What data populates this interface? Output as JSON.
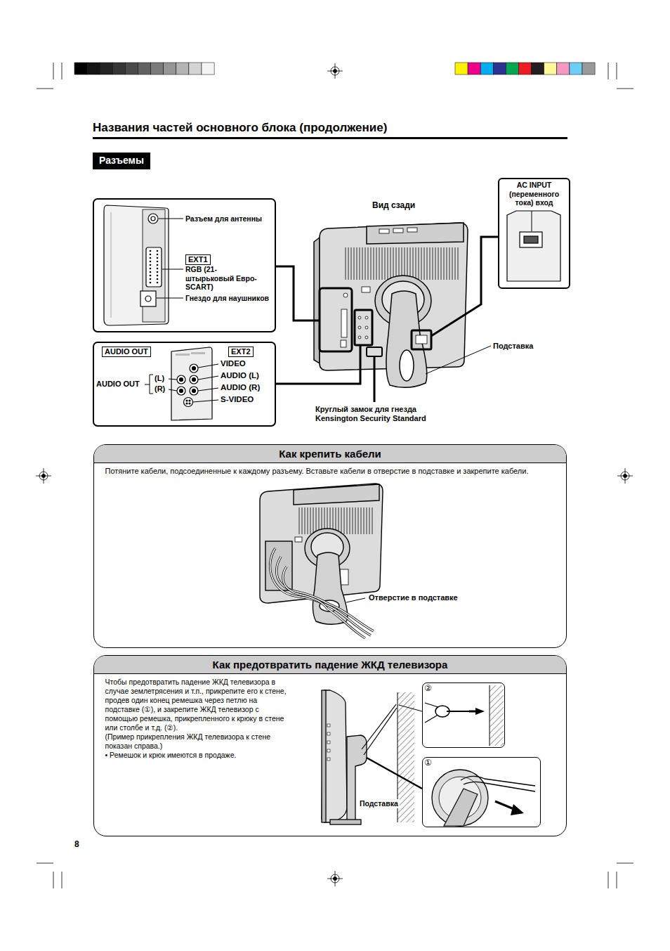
{
  "diagram": {
    "title": "Названия частей основного блока (продолжение)",
    "nodes": [
      {
        "text": [
          "Разъемы"
        ]
      },
      {
        "text": [
          "Разъем для антенны",
          "RGB (21-штырьковый Евро-SCART)",
          "Гнездо для наушников"
        ]
      },
      {
        "text": [
          "EXT1"
        ],
        "in": 1
      },
      {
        "text": [
          "VIDEO",
          "AUDIO (L)",
          "AUDIO (R)",
          "S-VIDEO",
          "AUDIO OUT",
          "(L)",
          "(R)"
        ]
      },
      {
        "text": [
          "AUDIO OUT"
        ],
        "in": 3
      },
      {
        "text": [
          "EXT2"
        ],
        "in": 3
      },
      {
        "text": [
          "AC INPUT (переменного тока) вход"
        ]
      },
      {
        "text": [
          "Как крепить кабели",
          "Потяните кабели, подсоединенные к каждому разъему. Вставьте кабели в отверстие в подставке и закрепите кабели."
        ]
      },
      {
        "text": [
          "Как предотвратить падение ЖКД телевизора",
          "Чтобы предотвратить падение ЖКД телевизора в случае землетрясения и т.п., прикрепите его к стене, продев один конец ремешка через петлю на подставке (①), и закрепите ЖКД телевизор с помощью ремешка, прикрепленного к крюку в стене или столбе и т.д. (②).",
          "(Пример прикрепления ЖКД телевизора к стене показан справа.)",
          "• Ремешок и крюк имеются в продаже."
        ]
      },
      {
        "text": [
          "②"
        ],
        "in": 8
      },
      {
        "text": [
          "①"
        ],
        "in": 8
      }
    ],
    "labels": [
      "Вид сзади",
      "Подставка",
      "Круглый замок для гнезда Kensington Security Standard",
      "Отверстие в подставке",
      "Подставка",
      "8"
    ]
  }
}
